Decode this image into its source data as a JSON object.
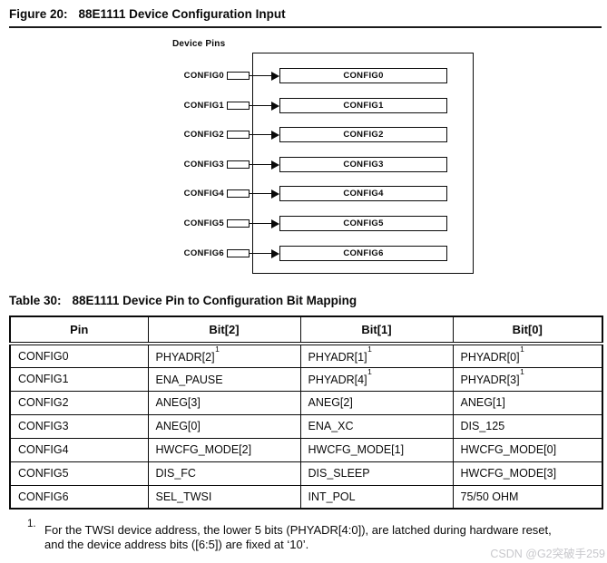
{
  "figure": {
    "title_label": "Figure 20:",
    "title_text": "88E1111 Device Configuration Input",
    "device_pins_label": "Device Pins",
    "pins": [
      "CONFIG0",
      "CONFIG1",
      "CONFIG2",
      "CONFIG3",
      "CONFIG4",
      "CONFIG5",
      "CONFIG6"
    ]
  },
  "table": {
    "title_label": "Table 30:",
    "title_text": "88E1111 Device Pin to Configuration Bit Mapping",
    "headers": [
      "Pin",
      "Bit[2]",
      "Bit[1]",
      "Bit[0]"
    ],
    "rows": [
      {
        "pin": "CONFIG0",
        "bit2": "PHYADR[2]",
        "bit2_sup": "1",
        "bit1": "PHYADR[1]",
        "bit1_sup": "1",
        "bit0": "PHYADR[0]",
        "bit0_sup": "1"
      },
      {
        "pin": "CONFIG1",
        "bit2": "ENA_PAUSE",
        "bit1": "PHYADR[4]",
        "bit1_sup": "1",
        "bit0": "PHYADR[3]",
        "bit0_sup": "1"
      },
      {
        "pin": "CONFIG2",
        "bit2": "ANEG[3]",
        "bit1": "ANEG[2]",
        "bit0": "ANEG[1]"
      },
      {
        "pin": "CONFIG3",
        "bit2": "ANEG[0]",
        "bit1": "ENA_XC",
        "bit0": "DIS_125"
      },
      {
        "pin": "CONFIG4",
        "bit2": "HWCFG_MODE[2]",
        "bit1": "HWCFG_MODE[1]",
        "bit0": "HWCFG_MODE[0]"
      },
      {
        "pin": "CONFIG5",
        "bit2": "DIS_FC",
        "bit1": "DIS_SLEEP",
        "bit0": "HWCFG_MODE[3]"
      },
      {
        "pin": "CONFIG6",
        "bit2": "SEL_TWSI",
        "bit1": "INT_POL",
        "bit0": "75/50 OHM"
      }
    ]
  },
  "footnote": {
    "marker": "1.",
    "text": "For the TWSI device address, the lower 5 bits (PHYADR[4:0]), are latched during hardware reset, and the device address bits ([6:5]) are fixed at ‘10’."
  },
  "watermark": "CSDN @G2突破手259",
  "colors": {
    "text": "#000000",
    "rule": "#1a1a1a",
    "border": "#0a0a0a",
    "watermark": "#c8c8cc",
    "background": "#ffffff"
  }
}
